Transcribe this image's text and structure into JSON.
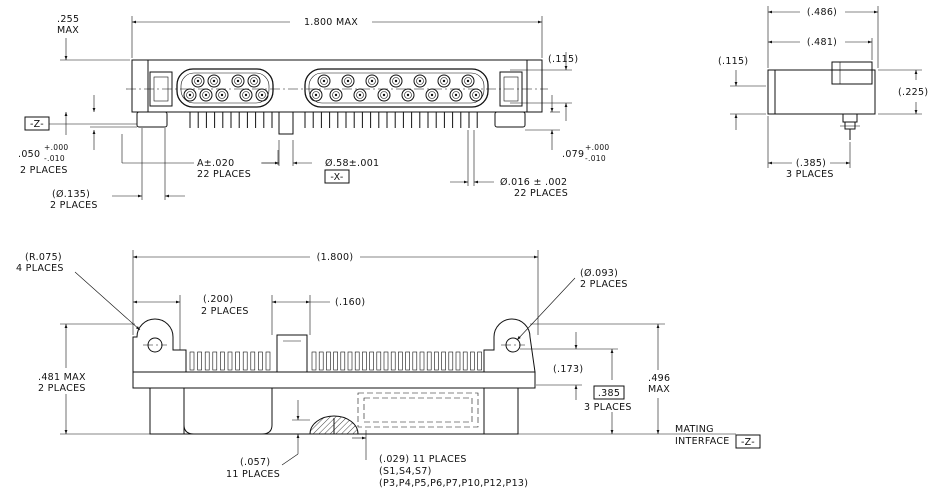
{
  "views": {
    "front": {
      "overall_width": "1.800 MAX",
      "height_top": ".255",
      "height_top_unit": "MAX",
      "dim_115": "(.115)",
      "datum_z": "-Z-",
      "tol_050_base": ".050",
      "tol_050_plus": "+.000",
      "tol_050_minus": "-.010",
      "tol_050_note": "2 PLACES",
      "pitch_a": "A±.020",
      "pitch_a_note": "22 PLACES",
      "pin_dia": "Ø.58±.001",
      "datum_x": "-X-",
      "tol_079_base": ".079",
      "tol_079_plus": "+.000",
      "tol_079_minus": "-.010",
      "hole_135": "(Ø.135)",
      "hole_135_note": "2 PLACES",
      "lead_dia": "Ø.016 ± .002",
      "lead_dia_note": "22 PLACES"
    },
    "side": {
      "dim_486": "(.486)",
      "dim_481": "(.481)",
      "dim_115": "(.115)",
      "dim_225": "(.225)",
      "dim_385": "(.385)",
      "dim_385_note": "3 PLACES"
    },
    "bottom": {
      "radius": "(R.075)",
      "radius_note": "4 PLACES",
      "overall_width": "(1.800)",
      "dim_200": "(.200)",
      "dim_200_note": "2 PLACES",
      "dim_160": "(.160)",
      "hole_093": "(Ø.093)",
      "hole_093_note": "2 PLACES",
      "height_481": ".481 MAX",
      "height_481_note": "2 PLACES",
      "dim_173": "(.173)",
      "dim_385": ".385",
      "dim_385_note": "3 PLACES",
      "height_496": ".496",
      "height_496_unit": "MAX",
      "mating_line1": "MATING",
      "mating_line2": "INTERFACE",
      "datum_z": "-Z-",
      "dim_057": "(.057)",
      "dim_057_note": "11 PLACES",
      "dim_029": "(.029) 11 PLACES",
      "dim_029_s": "(S1,S4,S7)",
      "dim_029_p": "(P3,P4,P5,P6,P7,P10,P12,P13)"
    }
  }
}
